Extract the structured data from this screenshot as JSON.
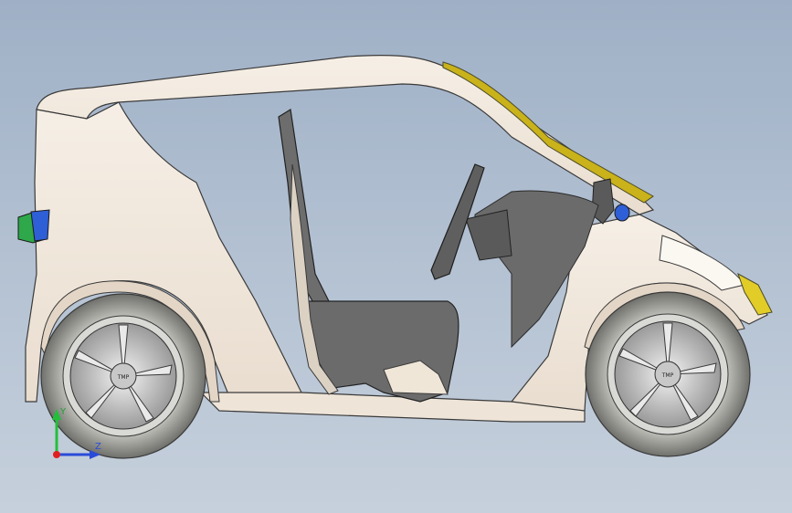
{
  "viewport": {
    "background_top": "#9fb0c6",
    "background_bottom": "#c6d0dc"
  },
  "model": {
    "body_color": "#f1e6da",
    "accent_stripe_color": "#c9b21a",
    "interior_color": "#6b6b6b",
    "light_color": "#2f5fd6",
    "tail_light_color": "#2ea84a"
  },
  "wheel_hub": {
    "brand_text": "TMP"
  },
  "triad": {
    "y_label": "Y",
    "z_label": "Z",
    "y_color": "#22c03a",
    "z_color": "#2a4bd8",
    "x_color": "#e02020"
  }
}
